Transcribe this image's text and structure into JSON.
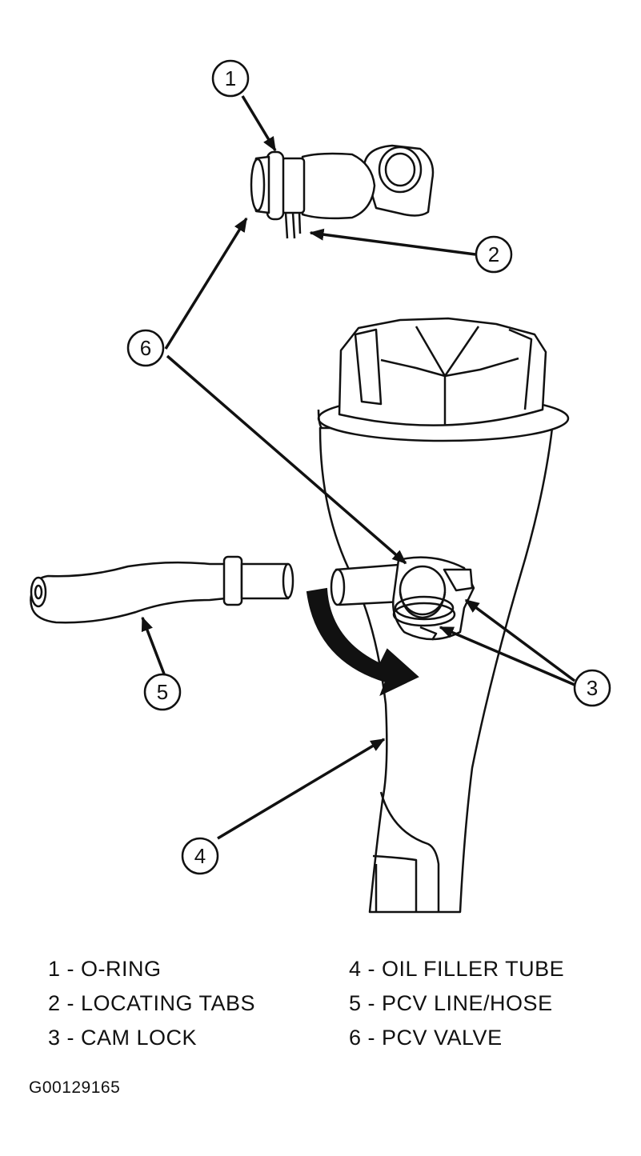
{
  "diagram": {
    "callouts": [
      {
        "id": "callout-1",
        "label": "1"
      },
      {
        "id": "callout-2",
        "label": "2"
      },
      {
        "id": "callout-3",
        "label": "3"
      },
      {
        "id": "callout-4",
        "label": "4"
      },
      {
        "id": "callout-5",
        "label": "5"
      },
      {
        "id": "callout-6",
        "label": "6"
      }
    ]
  },
  "legend": {
    "left": [
      {
        "text": "1 - O-RING"
      },
      {
        "text": "2 - LOCATING TABS"
      },
      {
        "text": "3 - CAM LOCK"
      }
    ],
    "right": [
      {
        "text": "4 - OIL FILLER TUBE"
      },
      {
        "text": "5 - PCV LINE/HOSE"
      },
      {
        "text": "6 - PCV VALVE"
      }
    ]
  },
  "figure_id": "G00129165"
}
